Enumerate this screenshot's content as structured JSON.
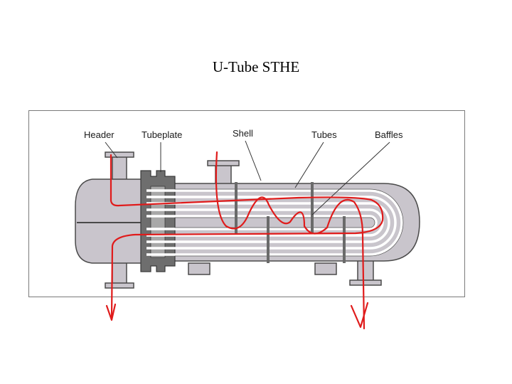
{
  "slide": {
    "title": "U-Tube STHE"
  },
  "diagram": {
    "labels": {
      "header": "Header",
      "tubeplate": "Tubeplate",
      "shell": "Shell",
      "tubes": "Tubes",
      "baffles": "Baffles"
    },
    "colors": {
      "shell_fill": "#c9c5cc",
      "shell_stroke": "#4a4a4a",
      "tubeplate_fill": "#6e6e6e",
      "baffle": "#6a6a6a",
      "tube_line": "#ffffff",
      "flow_arrow": "#e01b1b"
    }
  }
}
